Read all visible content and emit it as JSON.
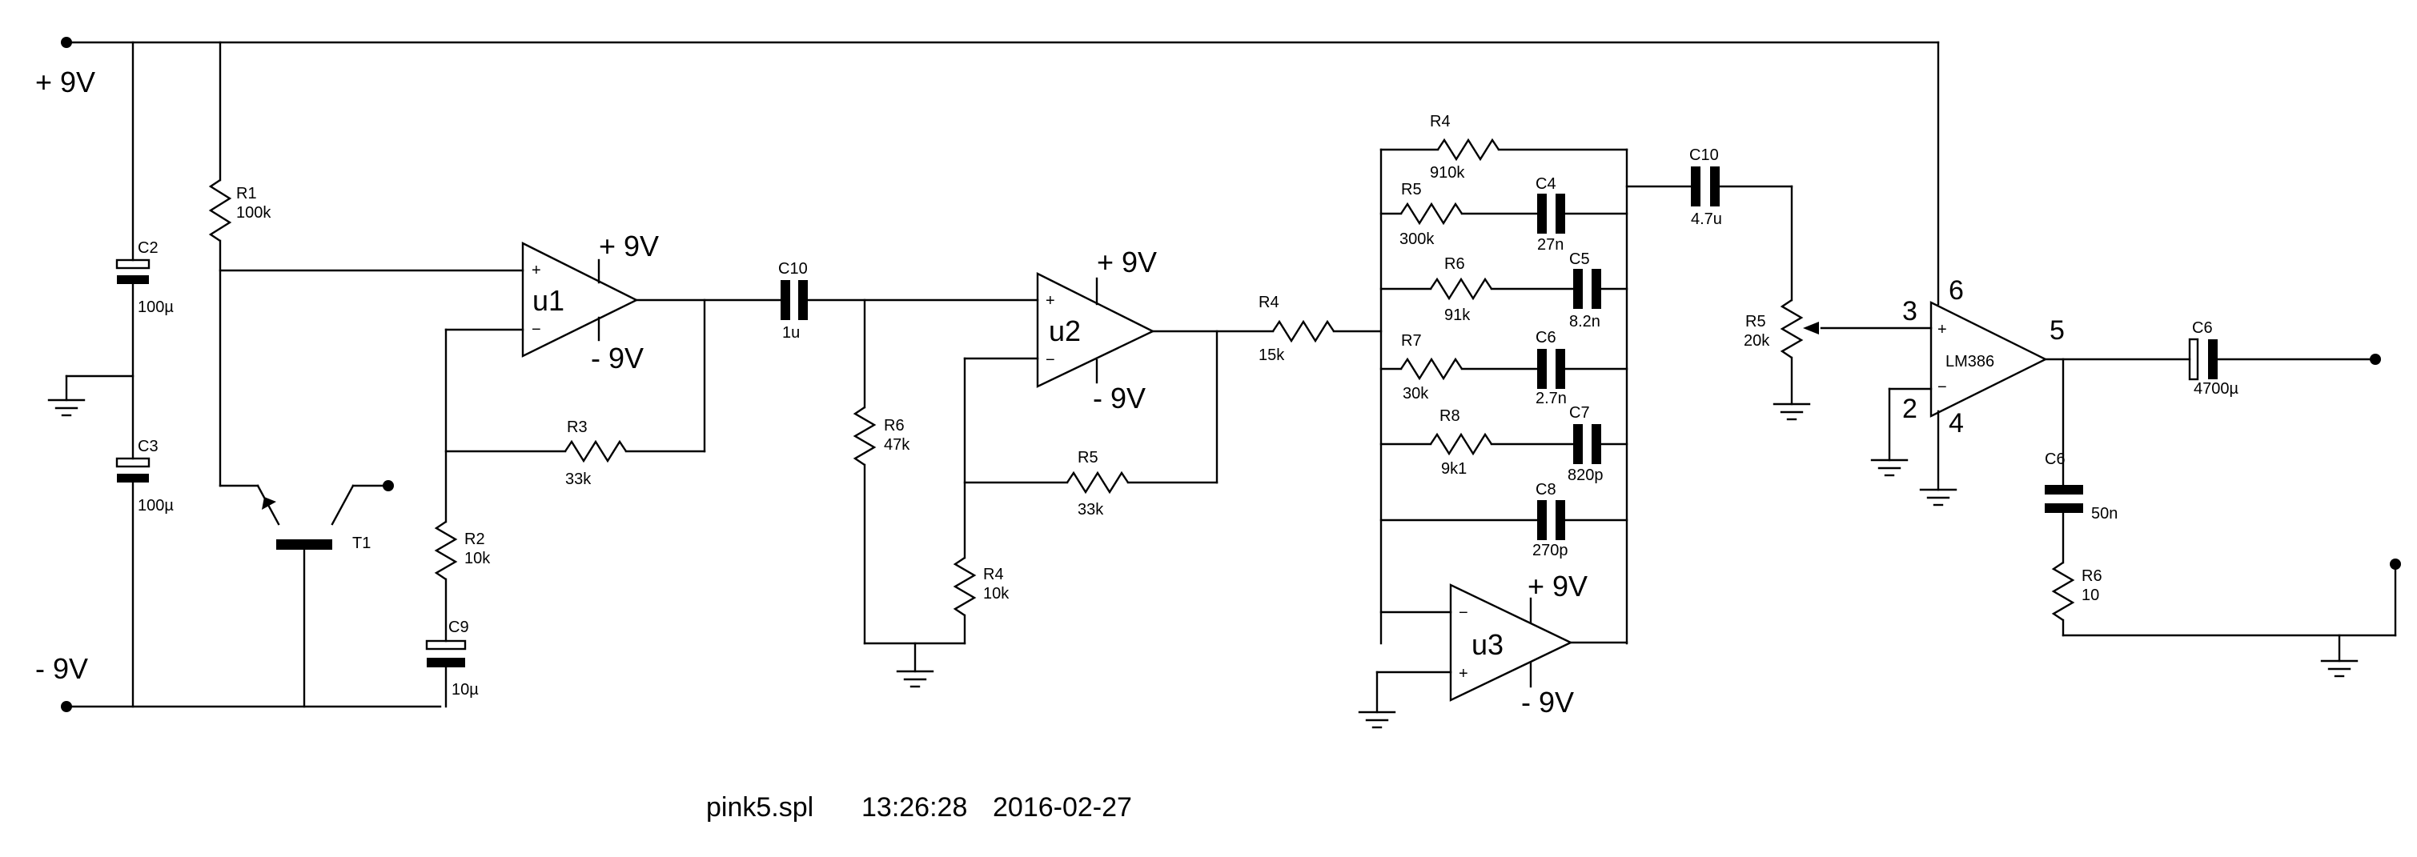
{
  "supplies": {
    "pos": "+ 9V",
    "neg": "- 9V"
  },
  "components": {
    "c2": {
      "name": "C2",
      "value": "100µ"
    },
    "c3": {
      "name": "C3",
      "value": "100µ"
    },
    "r1": {
      "name": "R1",
      "value": "100k"
    },
    "t1": {
      "name": "T1"
    },
    "r2": {
      "name": "R2",
      "value": "10k"
    },
    "c9": {
      "name": "C9",
      "value": "10µ"
    },
    "u1": {
      "name": "u1",
      "vpos": "+ 9V",
      "vneg": "- 9V"
    },
    "r3a": {
      "name": "R3",
      "value": "33k"
    },
    "c10a": {
      "name": "C10",
      "value": "1u"
    },
    "r6a": {
      "name": "R6",
      "value": "47k"
    },
    "u2": {
      "name": "u2",
      "vpos": "+ 9V",
      "vneg": "- 9V"
    },
    "r5a": {
      "name": "R5",
      "value": "33k"
    },
    "r4a": {
      "name": "R4",
      "value": "10k"
    },
    "r4b": {
      "name": "R4",
      "value": "15k"
    },
    "r4c": {
      "name": "R4",
      "value": "910k"
    },
    "r5b": {
      "name": "R5",
      "value": "300k"
    },
    "c4": {
      "name": "C4",
      "value": "27n"
    },
    "r6b": {
      "name": "R6",
      "value": "91k"
    },
    "c5": {
      "name": "C5",
      "value": "8.2n"
    },
    "r7": {
      "name": "R7",
      "value": "30k"
    },
    "c6a": {
      "name": "C6",
      "value": "2.7n"
    },
    "r8": {
      "name": "R8",
      "value": "9k1"
    },
    "c7": {
      "name": "C7",
      "value": "820p"
    },
    "c8": {
      "name": "C8",
      "value": "270p"
    },
    "u3": {
      "name": "u3",
      "vpos": "+ 9V",
      "vneg": "- 9V"
    },
    "c10b": {
      "name": "C10",
      "value": "4.7u"
    },
    "r5c": {
      "name": "R5",
      "value": "20k"
    },
    "lm386": {
      "name": "LM386",
      "pin3": "3",
      "pin6": "6",
      "pin2": "2",
      "pin4": "4",
      "pin5": "5"
    },
    "c6b": {
      "name": "C6",
      "value": "4700µ"
    },
    "c6c": {
      "name": "C6",
      "value": "50n"
    },
    "r6c": {
      "name": "R6",
      "value": "10"
    }
  },
  "symbols": {
    "plus": "+",
    "minus": "−"
  },
  "footer": {
    "file": "pink5.spl",
    "time": "13:26:28",
    "date": "2016-02-27"
  }
}
